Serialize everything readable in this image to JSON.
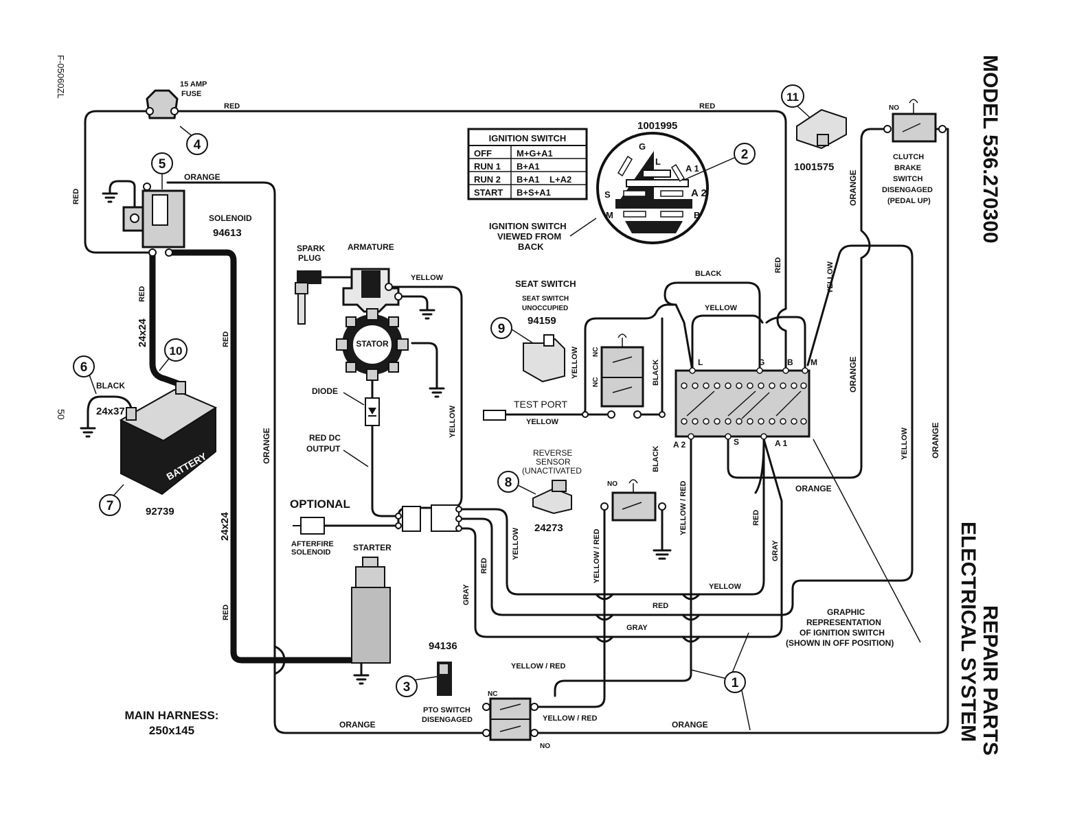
{
  "doc_code": "F-05060ZL",
  "page_number": "50",
  "model_title": "MODEL 536.270300",
  "section_title_1": "REPAIR PARTS",
  "section_title_2": "ELECTRICAL SYSTEM",
  "main_harness_label": "MAIN HARNESS:",
  "main_harness_value": "250x145",
  "fuse": {
    "line1": "15 AMP",
    "line2": "FUSE"
  },
  "components": {
    "solenoid_name": "SOLENOID",
    "solenoid_part": "94613",
    "spark_plug_1": "SPARK",
    "spark_plug_2": "PLUG",
    "armature": "ARMATURE",
    "stator": "STATOR",
    "diode": "DIODE",
    "red_dc_1": "RED DC",
    "red_dc_2": "OUTPUT",
    "optional": "OPTIONAL",
    "afterfire_1": "AFTERFIRE",
    "afterfire_2": "SOLENOID",
    "starter": "STARTER",
    "battery": "BATTERY",
    "battery_part": "92739",
    "pto_part": "94136",
    "pto_1": "PTO SWITCH",
    "pto_2": "DISENGAGED",
    "seat_switch": "SEAT SWITCH",
    "seat_sub_1": "SEAT SWITCH",
    "seat_sub_2": "UNOCCUPIED",
    "seat_part": "94159",
    "test_port": "TEST PORT",
    "reverse_1": "REVERSE",
    "reverse_2": "SENSOR",
    "reverse_3": "(UNACTIVATED",
    "reverse_part": "24273",
    "ign_part": "1001995",
    "ign_view_1": "IGNITION SWITCH",
    "ign_view_2": "VIEWED FROM",
    "ign_view_3": "BACK",
    "key_part": "1001575",
    "clutch_1": "CLUTCH",
    "clutch_2": "BRAKE",
    "clutch_3": "SWITCH",
    "clutch_4": "DISENGAGED",
    "clutch_5": "(PEDAL UP)",
    "graphic_1": "GRAPHIC",
    "graphic_2": "REPRESENTATION",
    "graphic_3": "OF IGNITION SWITCH",
    "graphic_4": "(SHOWN IN OFF POSITION)"
  },
  "ignition_table": {
    "title": "IGNITION SWITCH",
    "rows": [
      {
        "pos": "OFF",
        "conn": "M+G+A1"
      },
      {
        "pos": "RUN 1",
        "conn": "B+A1"
      },
      {
        "pos": "RUN 2",
        "conn": "B+A1    L+A2"
      },
      {
        "pos": "START",
        "conn": "B+S+A1"
      }
    ]
  },
  "terminals": {
    "G": "G",
    "L": "L",
    "A1": "A 1",
    "A2": "A 2",
    "S": "S",
    "M": "M",
    "B": "B"
  },
  "wire_labels": {
    "red": "RED",
    "orange": "ORANGE",
    "yellow": "YELLOW",
    "black": "BLACK",
    "gray": "GRAY",
    "yellow_red": "YELLOW / RED",
    "w24x24": "24x24",
    "w24x37": "24x37",
    "nc": "NC",
    "no": "NO"
  },
  "callouts": [
    "1",
    "2",
    "3",
    "4",
    "5",
    "6",
    "7",
    "8",
    "9",
    "10",
    "11"
  ]
}
